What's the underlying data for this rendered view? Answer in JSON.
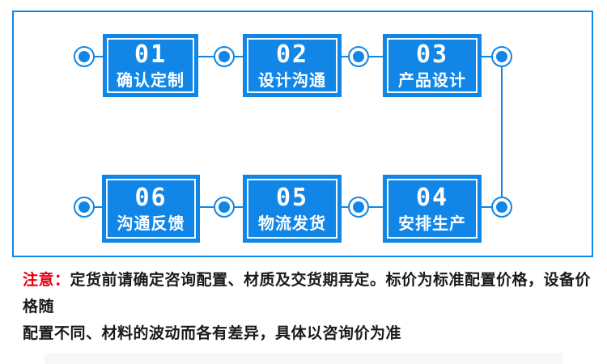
{
  "colors": {
    "accent_blue": "#1186e7",
    "notice_red": "#e60012",
    "text_dark": "#1a1a1a"
  },
  "flow": {
    "steps_top": [
      {
        "number": "01",
        "label": "确认定制"
      },
      {
        "number": "02",
        "label": "设计沟通"
      },
      {
        "number": "03",
        "label": "产品设计"
      }
    ],
    "steps_bottom": [
      {
        "number": "06",
        "label": "沟通反馈"
      },
      {
        "number": "05",
        "label": "物流发货"
      },
      {
        "number": "04",
        "label": "安排生产"
      }
    ]
  },
  "notice": {
    "label": "注意：",
    "line1": "定货前请确定咨询配置、材质及交货期再定。标价为标准配置价格，设备价格随",
    "line2": "配置不同、材料的波动而各有差异，具体以咨询价为准"
  }
}
